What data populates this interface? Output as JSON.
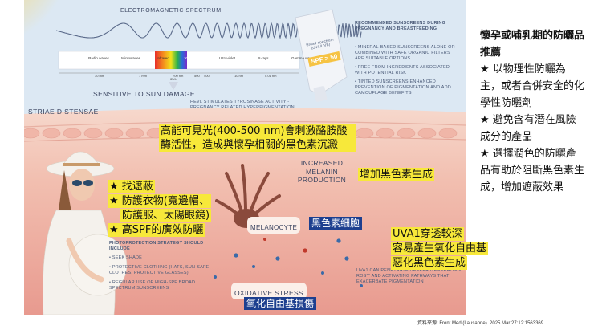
{
  "figure": {
    "em_title": "ELECTROMAGNETIC SPECTRUM",
    "spectrum_bands": [
      "Radio waves",
      "Microwaves",
      "Infrared",
      "Visible Light",
      "Ultraviolet",
      "X-rays",
      "Gamma waves"
    ],
    "wavelengths": [
      "30 mm",
      "1 mm",
      "700 nm",
      "500",
      "400",
      "10 nm",
      "0.01 nm"
    ],
    "hevl_tag": "HEVL",
    "sensitive_label": "SENSITIVE TO SUN DAMAGE",
    "hevl_note": "HEVL STIMULATES TYROSINASE ACTIVITY - PREGNANCY RELATED HYPERPIGMENTATION",
    "striae_label": "STRIAE DISTENSAE",
    "recommended": {
      "title": "RECOMMENDED SUNSCREENS DURING PREGNANCY AND BREASTFEEDING",
      "items": [
        "• MINERAL-BASED SUNSCREENS ALONE OR COMBINED WITH SAFE ORGANIC FILTERS ARE SUITABLE OPTIONS",
        "• FREE FROM INGREDIENTS ASSOCIATED WITH POTENTIAL RISK",
        "• TINTED SUNSCREENS ENHANCED PREVENTION OF PIGMENTATION AND ADD CAMOUFLAGE BENEFITS"
      ]
    },
    "tube_label": "Broad-spectrum (UVA/UVB)",
    "tube_spf": "SPF > 50",
    "increased_melanin": "INCREASED MELANIN PRODUCTION",
    "melanocyte_label": "MELANOCYTE",
    "oxidative_label": "OXIDATIVE STRESS",
    "photoprotection": {
      "title": "PHOTOPROTECTION STRATEGY SHOULD INCLUDE",
      "items": [
        "• SEEK SHADE",
        "• PROTECTIVE CLOTHING (HATS, SUN-SAFE CLOTHES, PROTECTIVE GLASSES)",
        "• REGULAR USE OF HIGH-SPF BROAD SPECTRUM SUNSCREENS"
      ]
    },
    "uva1_note": "UVA1 CAN PENETRATE DEEPER GENERATING ROS** AND ACTIVATING PATHWAYS THAT EXACERBATE PIGMENTATION"
  },
  "annotations": {
    "hevl_zh": "高能可見光(400-500 nm)會刺激酪胺酸酶活性，造成與懷孕相關的黑色素沉澱",
    "melanin_zh": "增加黑色素生成",
    "protect_zh": [
      "★ 找遮蔽",
      "★ 防護衣物(寬邊帽、",
      "防護服、太陽眼鏡)",
      "★ 高SPF的廣效防曬"
    ],
    "melanocyte_zh": "黑色素細胞",
    "uva1_zh": [
      "UVA1穿透較深",
      "容易產生氧化自由基",
      "惡化黑色素生成"
    ],
    "oxidative_zh": "氧化自由基損傷"
  },
  "sidebar": {
    "title": "懷孕或哺乳期的防曬品推薦",
    "items": [
      "★ 以物理性防曬為主，或者合併安全的化學性防曬劑",
      "★ 避免含有潛在風險成分的產品",
      "★ 選擇潤色的防曬產品有助於阻斷黑色素生成，增加遮蔽效果"
    ]
  },
  "source": "資料來源: Front Med (Lausanne). 2025 Mar 27:12:1563369.",
  "colors": {
    "highlight_yellow": "#f7e83a",
    "highlight_blue": "#1d3f8f",
    "sky": "#d9e6f2",
    "skin_top": "#f3c6b8",
    "skin_deep": "#e58f86"
  }
}
